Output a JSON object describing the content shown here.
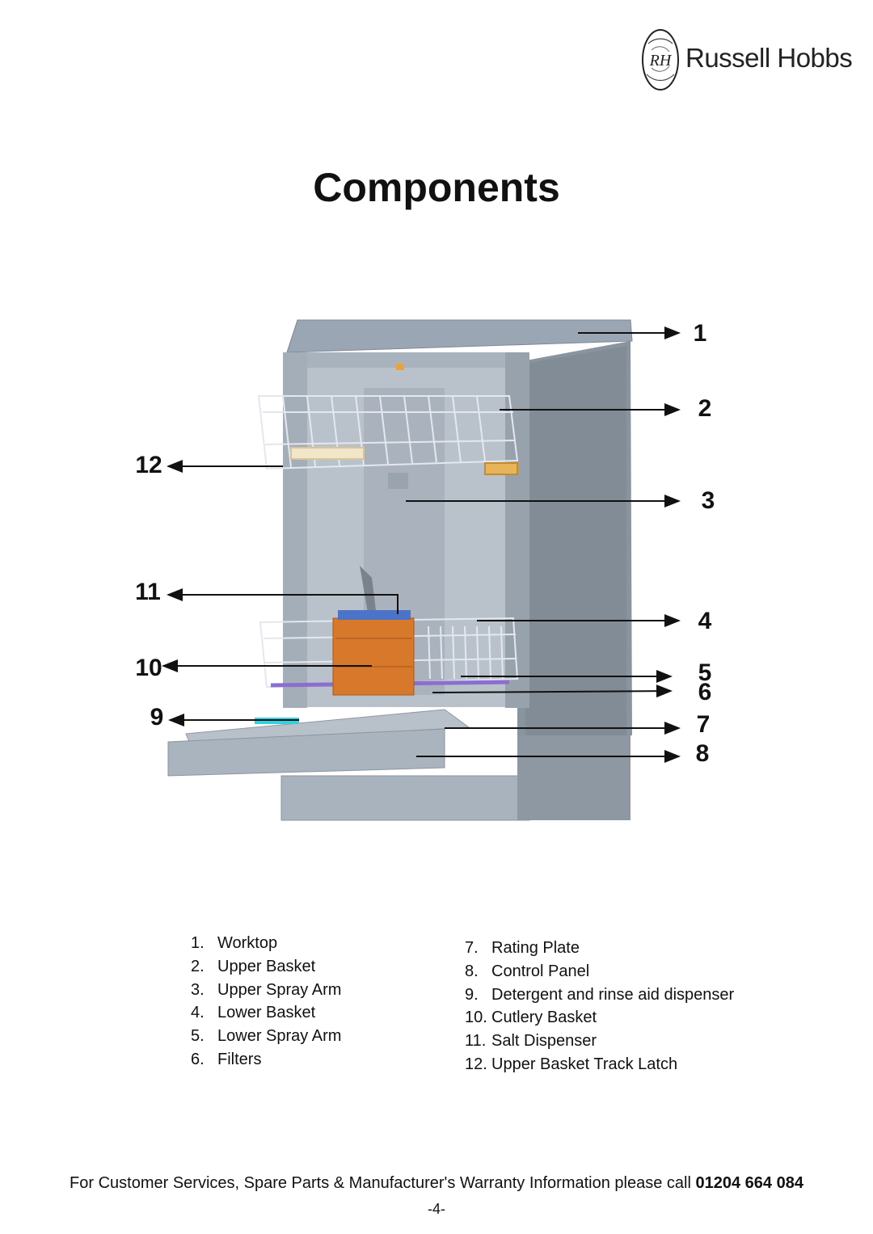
{
  "brand": {
    "name": "Russell Hobbs",
    "seal_letters": "RH"
  },
  "page_title": "Components",
  "callouts": [
    "1",
    "2",
    "3",
    "4",
    "5",
    "6",
    "7",
    "8",
    "9",
    "10",
    "11",
    "12"
  ],
  "legend_left": [
    {
      "num": "1.",
      "label": "Worktop"
    },
    {
      "num": "2.",
      "label": "Upper Basket"
    },
    {
      "num": "3.",
      "label": "Upper Spray Arm"
    },
    {
      "num": "4.",
      "label": "Lower Basket"
    },
    {
      "num": "5.",
      "label": "Lower Spray Arm"
    },
    {
      "num": "6.",
      "label": "Filters"
    }
  ],
  "legend_right": [
    {
      "num": "7.",
      "label": "Rating Plate"
    },
    {
      "num": "8.",
      "label": "Control Panel"
    },
    {
      "num": "9.",
      "label": "Detergent and rinse aid dispenser"
    },
    {
      "num": "10.",
      "label": "Cutlery Basket"
    },
    {
      "num": "11.",
      "label": "Salt Dispenser"
    },
    {
      "num": "12.",
      "label": "Upper Basket Track Latch"
    }
  ],
  "footer": {
    "text": "For Customer Services, Spare Parts & Manufacturer's Warranty Information please call ",
    "phone": "01204 664 084"
  },
  "page_number": "-4-"
}
